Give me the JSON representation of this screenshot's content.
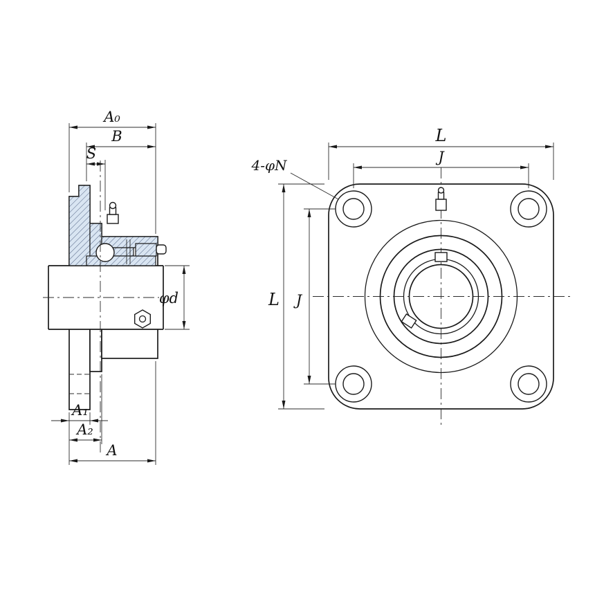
{
  "colors": {
    "section_fill": "#d9e5f2",
    "line": "#1a1a1a",
    "background": "#ffffff"
  },
  "side_view": {
    "dims": {
      "a0": "A₀",
      "b": "B",
      "s": "S",
      "phi_d": "φd",
      "a1": "A₁",
      "a2": "A₂",
      "a": "A"
    }
  },
  "front_view": {
    "dims": {
      "l_top": "L",
      "j_top": "J",
      "l_left": "L",
      "j_left": "J"
    },
    "bolt_note": "4-φN"
  }
}
